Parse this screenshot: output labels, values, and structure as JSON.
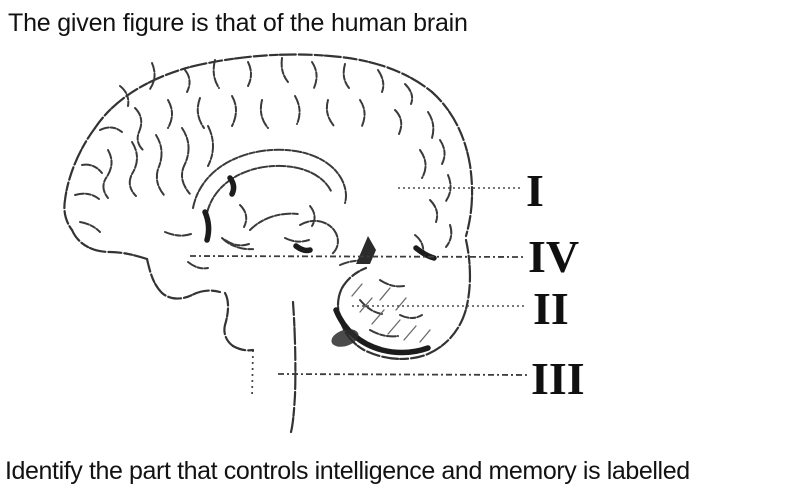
{
  "title": "The given figure is that of the human brain",
  "question": "Identify the part that controls intelligence and memory is labelled",
  "figure": {
    "name": "human-brain-sagittal-diagram",
    "ink_color": "#2e2e2e",
    "labels": [
      {
        "id": "I",
        "text": "I"
      },
      {
        "id": "IV",
        "text": "IV"
      },
      {
        "id": "II",
        "text": "II"
      },
      {
        "id": "III",
        "text": "III"
      }
    ]
  }
}
